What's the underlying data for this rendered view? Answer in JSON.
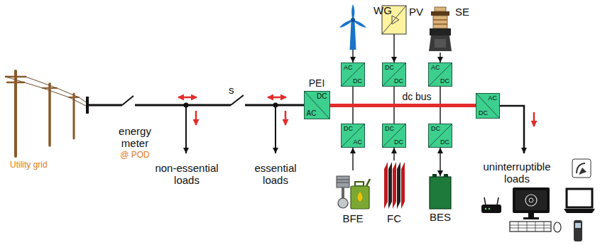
{
  "diagram": {
    "nodes": [
      {
        "text": [
          "WG"
        ]
      },
      {
        "text": [
          "PV"
        ]
      },
      {
        "text": [
          "SE"
        ]
      },
      {
        "text": [
          "PEI",
          "DC",
          "AC"
        ]
      },
      {
        "text": [
          "AC",
          "DC"
        ]
      },
      {
        "text": [
          "DC",
          "DC"
        ]
      },
      {
        "text": [
          "AC",
          "DC"
        ]
      },
      {
        "text": [
          "dc bus"
        ]
      },
      {
        "text": [
          "AC",
          "DC"
        ]
      },
      {
        "text": [
          "DC",
          "AC"
        ]
      },
      {
        "text": [
          "DC",
          "DC"
        ]
      },
      {
        "text": [
          "DC",
          "DC"
        ]
      },
      {
        "text": [
          "BFE"
        ]
      },
      {
        "text": [
          "FC"
        ]
      },
      {
        "text": [
          "BES"
        ]
      }
    ],
    "edges": [
      {
        "from": 0,
        "to": 4,
        "arrow": "to"
      },
      {
        "from": 4,
        "to": 7,
        "arrow": "none"
      },
      {
        "from": 1,
        "to": 5,
        "arrow": "to"
      },
      {
        "from": 5,
        "to": 7,
        "arrow": "none"
      },
      {
        "from": 2,
        "to": 6,
        "arrow": "to"
      },
      {
        "from": 6,
        "to": 7,
        "arrow": "none"
      },
      {
        "from": 3,
        "to": 7,
        "arrow": "none"
      },
      {
        "from": 7,
        "to": 8,
        "arrow": "none"
      },
      {
        "from": 12,
        "to": 9,
        "arrow": "to"
      },
      {
        "from": 9,
        "to": 7,
        "arrow": "none"
      },
      {
        "from": 13,
        "to": 10,
        "arrow": "to"
      },
      {
        "from": 10,
        "to": 7,
        "arrow": "none"
      },
      {
        "from": 14,
        "to": 11,
        "arrow": "both"
      },
      {
        "from": 11,
        "to": 7,
        "arrow": "none"
      }
    ],
    "labels": [
      "Utility grid",
      "energy meter",
      "@ POD",
      "s",
      "non-essential loads",
      "essential loads",
      "uninterruptible loads"
    ]
  }
}
